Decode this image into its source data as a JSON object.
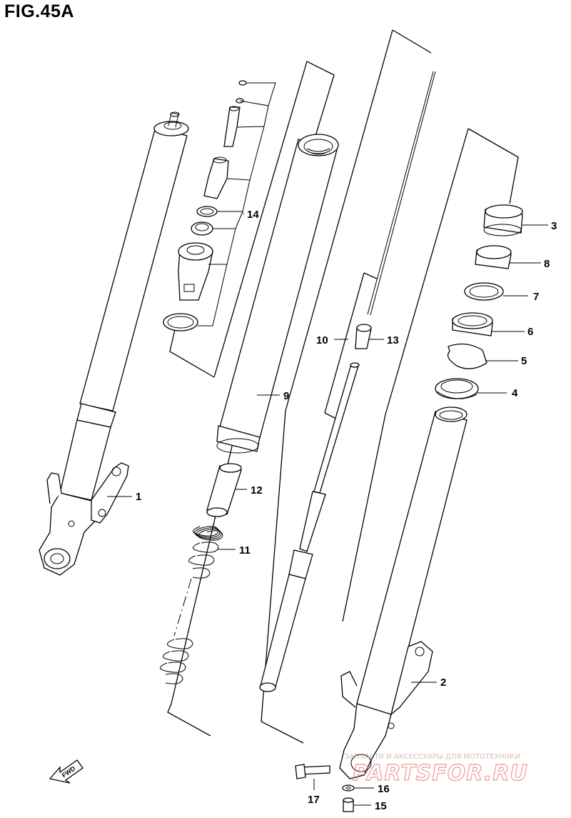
{
  "figure": {
    "title": "FIG.45A"
  },
  "callouts": [
    {
      "id": "1",
      "label": "1"
    },
    {
      "id": "2",
      "label": "2"
    },
    {
      "id": "3",
      "label": "3"
    },
    {
      "id": "4",
      "label": "4"
    },
    {
      "id": "5",
      "label": "5"
    },
    {
      "id": "6",
      "label": "6"
    },
    {
      "id": "7",
      "label": "7"
    },
    {
      "id": "8",
      "label": "8"
    },
    {
      "id": "9",
      "label": "9"
    },
    {
      "id": "10",
      "label": "10"
    },
    {
      "id": "11",
      "label": "11"
    },
    {
      "id": "12",
      "label": "12"
    },
    {
      "id": "13",
      "label": "13"
    },
    {
      "id": "14",
      "label": "14"
    },
    {
      "id": "15",
      "label": "15"
    },
    {
      "id": "16",
      "label": "16"
    },
    {
      "id": "17",
      "label": "17"
    }
  ],
  "direction_marker": {
    "label": "FWD"
  },
  "watermark": {
    "tagline": "ЗАПЧАСТИ И АКСЕССУАРЫ ДЛЯ МОТОТЕХНИКИ",
    "logo": "PARTSFOR.RU"
  }
}
